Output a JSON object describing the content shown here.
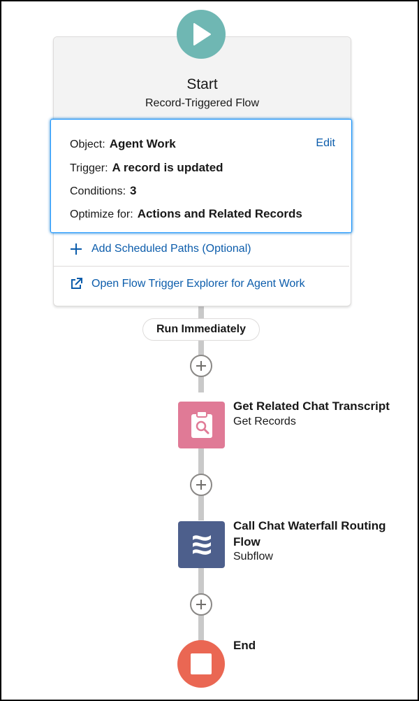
{
  "start": {
    "title": "Start",
    "subtitle": "Record-Triggered Flow",
    "color": "#6fb7b3"
  },
  "details": {
    "object_label": "Object:",
    "object_value": "Agent Work",
    "trigger_label": "Trigger:",
    "trigger_value": "A record is updated",
    "conditions_label": "Conditions:",
    "conditions_value": "3",
    "optimize_label": "Optimize for:",
    "optimize_value": "Actions and Related Records",
    "edit_label": "Edit"
  },
  "actions": {
    "scheduled_paths": "Add Scheduled Paths (Optional)",
    "trigger_explorer": "Open Flow Trigger Explorer for Agent Work"
  },
  "path_label": "Run Immediately",
  "elements": [
    {
      "title": "Get Related Chat Transcript",
      "type": "Get Records",
      "color": "#e07a96",
      "icon": "get-records-icon"
    },
    {
      "title_line1": "Call Chat Waterfall Routing",
      "title_line2": "Flow",
      "type": "Subflow",
      "color": "#4d5f8c",
      "icon": "subflow-icon"
    }
  ],
  "end": {
    "title": "End",
    "color": "#ea6753"
  },
  "link_color": "#0b5cab"
}
